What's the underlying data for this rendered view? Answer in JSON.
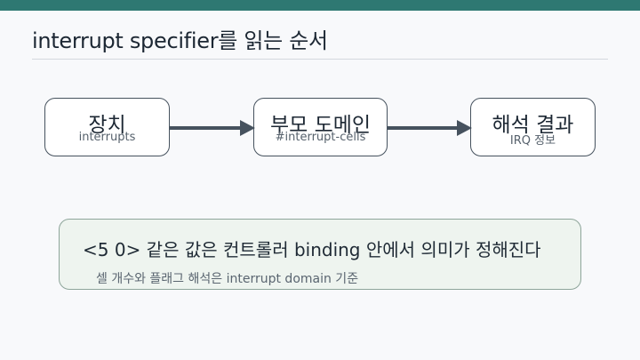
{
  "slide": {
    "title": "interrupt specifier를 읽는 순서",
    "colors": {
      "header_bar": "#2e7872",
      "node_border": "#46525e",
      "arrow": "#46525e",
      "note_border": "#8ea59a",
      "note_fill": "#eef4ef"
    }
  },
  "flow": {
    "nodes": [
      {
        "title": "장치",
        "subtitle": "interrupts"
      },
      {
        "title": "부모 도메인",
        "subtitle": "#interrupt-cells"
      },
      {
        "title": "해석 결과",
        "subtitle": "IRQ 정보"
      }
    ]
  },
  "note": {
    "main": "<5 0> 같은 값은 컨트롤러 binding 안에서 의미가 정해진다",
    "sub": "셀 개수와 플래그 해석은 interrupt domain 기준"
  }
}
